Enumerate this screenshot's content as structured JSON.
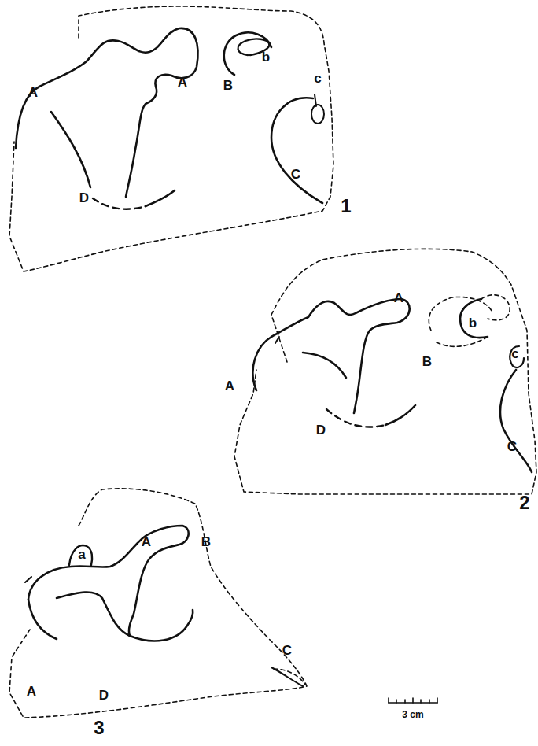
{
  "diagram": {
    "labels": [
      "A",
      "A",
      "b",
      "B",
      "c",
      "C",
      "D",
      "1",
      "A",
      "A",
      "b",
      "B",
      "c",
      "C",
      "D",
      "2",
      "a",
      "A",
      "B",
      "C",
      "A",
      "D",
      "3",
      "3 cm"
    ]
  }
}
